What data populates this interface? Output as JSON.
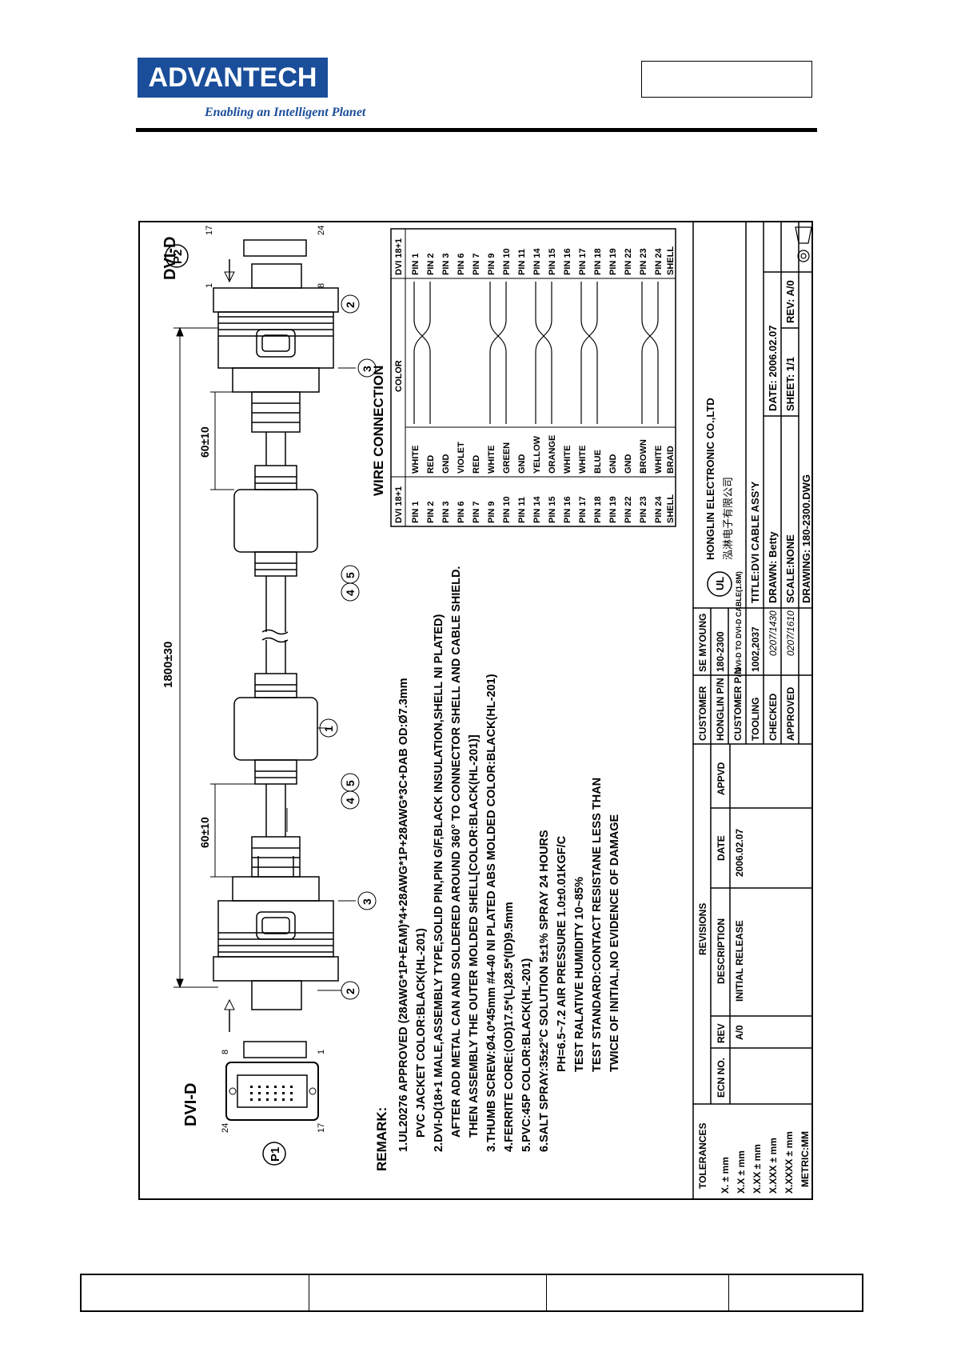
{
  "header": {
    "logo_text": "ADVANTECH",
    "tagline": "Enabling an Intelligent Planet"
  },
  "drawing": {
    "plug_left": {
      "label": "DVI-D",
      "ref": "P1",
      "pin_a": "24",
      "pin_b": "8",
      "pin_c": "17",
      "pin_d": "1"
    },
    "plug_right": {
      "label": "DVI-D",
      "ref": "P2",
      "pin_a": "17",
      "pin_b": "24",
      "pin_c": "1",
      "pin_d": "8"
    },
    "dims": {
      "overall": "1800±30",
      "left": "60±10",
      "right": "60±10"
    },
    "balloons": [
      "1",
      "2",
      "3",
      "4",
      "5"
    ],
    "remark_title": "REMARK:",
    "remarks": [
      "1.UL20276 APPROVED (28AWG*1P+EAM)*4+28AWG*1P+28AWG*3C+DAB OD:Ø7.3mm",
      "PVC JACKET COLOR:BLACK(HL-201)",
      "2.DVI-D(18+1 MALE,ASSEMBLY TYPE,SOLID PIN,PIN G/F,BLACK INSULATION,SHELL NI PLATED)",
      "AFTER ADD METAL CAN AND SOLDERED AROUND 360° TO CONNECTOR SHELL AND CABLE SHIELD.",
      "THEN ASSEMBLY THE OUTER MOLDED SHELL[COLOR:BLACK(HL-201)]",
      "3.THUMB SCREW:Ø4.0*45mm #4-40 NI PLATED ABS MOLDED COLOR:BLACK(HL-201)",
      "4.FERRITE CORE:(OD)17.5*(L)28.5*(ID)9.5mm",
      "5.PVC:45P COLOR:BLACK(HL-201)",
      "6.SALT SPRAY:35±2°C SOLUTION 5±1% SPRAY 24 HOURS",
      "PH=6.5~7.2 AIR PRESSURE 1.0±0.01KGF/C",
      "TEST RALATIVE HUMIDITY 10~85%",
      "TEST STANDARD:CONTACT RESISTANE LESS THAN",
      "TWICE OF INITIAL,NO EVIDENCE OF DAMAGE"
    ],
    "wire": {
      "title": "WIRE CONNECTION",
      "headers": [
        "DVI 18+1",
        "COLOR",
        "DVI 18+1"
      ],
      "rows": [
        [
          "PIN 1",
          "WHITE",
          "PIN 1"
        ],
        [
          "PIN 2",
          "RED",
          "PIN 2"
        ],
        [
          "PIN 3",
          "GND",
          "PIN 3"
        ],
        [
          "PIN 6",
          "VIOLET",
          "PIN 6"
        ],
        [
          "PIN 7",
          "RED",
          "PIN 7"
        ],
        [
          "PIN 9",
          "WHITE",
          "PIN 9"
        ],
        [
          "PIN 10",
          "GREEN",
          "PIN 10"
        ],
        [
          "PIN 11",
          "GND",
          "PIN 11"
        ],
        [
          "PIN 14",
          "YELLOW",
          "PIN 14"
        ],
        [
          "PIN 15",
          "ORANGE",
          "PIN 15"
        ],
        [
          "PIN 16",
          "WHITE",
          "PIN 16"
        ],
        [
          "PIN 17",
          "WHITE",
          "PIN 17"
        ],
        [
          "PIN 18",
          "BLUE",
          "PIN 18"
        ],
        [
          "PIN 19",
          "GND",
          "PIN 19"
        ],
        [
          "PIN 22",
          "GND",
          "PIN 22"
        ],
        [
          "PIN 23",
          "BROWN",
          "PIN 23"
        ],
        [
          "PIN 24",
          "WHITE",
          "PIN 24"
        ],
        [
          "SHELL",
          "BRAID",
          "SHELL"
        ]
      ]
    },
    "titleblock": {
      "tolerances_title": "TOLERANCES",
      "tolerances": [
        "X.   ±  mm",
        "X.X  ±  mm",
        "X.XX  ±  mm",
        "X.XXX  ±  mm",
        "X.XXXX  ±  mm",
        "METRIC:MM"
      ],
      "revisions_title": "REVISIONS",
      "rev_headers": [
        "ECN NO.",
        "REV",
        "DESCRIPTION",
        "DATE",
        "APPVD"
      ],
      "rev_row": [
        "",
        "A/0",
        "INITIAL RELEASE",
        "2006.02.07",
        ""
      ],
      "info_rows": [
        [
          "CUSTOMER",
          "SE MYOUNG"
        ],
        [
          "HONGLIN P/N",
          "180-2300"
        ],
        [
          "CUSTOMER P/N",
          "DVI-D TO DVI-D CABLE(1.8M)"
        ],
        [
          "TOOLING",
          "1002,2037"
        ],
        [
          "CHECKED",
          "0207/1430"
        ],
        [
          "APPROVED",
          "0207/1610"
        ]
      ],
      "company": "HONGLIN ELECTRONIC CO.,LTD",
      "company_cn": "泓淋电子有限公司",
      "title": "TITLE:DVI CABLE ASS'Y",
      "drawn": "DRAWN: Betty",
      "date": "DATE: 2006.02.07",
      "scale": "SCALE:NONE",
      "sheet": "SHEET: 1/1",
      "rev": "REV: A/0",
      "drawing_no": "DRAWING: 180-2300.DWG"
    }
  }
}
